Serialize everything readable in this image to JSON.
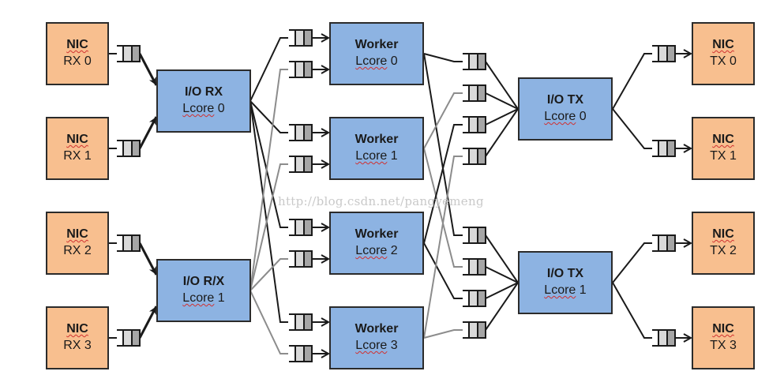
{
  "colors": {
    "nic_fill": "#f8bf8f",
    "core_fill": "#8db3e2",
    "line_black": "#1a1a1a",
    "line_gray": "#8c8c8c",
    "queue_light": "#d9d9d9",
    "queue_dark": "#a6a6a6"
  },
  "nic_rx": [
    {
      "title": "NIC",
      "label": "RX 0"
    },
    {
      "title": "NIC",
      "label": "RX 1"
    },
    {
      "title": "NIC",
      "label": "RX 2"
    },
    {
      "title": "NIC",
      "label": "RX 3"
    }
  ],
  "io_rx": [
    {
      "title": "I/O RX",
      "lcore_word": "Lcore",
      "lcore_num": "0"
    },
    {
      "title": "I/O R/X",
      "lcore_word": "Lcore",
      "lcore_num": "1"
    }
  ],
  "workers": [
    {
      "title": "Worker",
      "lcore_word": "Lcore",
      "lcore_num": "0"
    },
    {
      "title": "Worker",
      "lcore_word": "Lcore",
      "lcore_num": "1"
    },
    {
      "title": "Worker",
      "lcore_word": "Lcore",
      "lcore_num": "2"
    },
    {
      "title": "Worker",
      "lcore_word": "Lcore",
      "lcore_num": "3"
    }
  ],
  "io_tx": [
    {
      "title": "I/O TX",
      "lcore_word": "Lcore",
      "lcore_num": "0"
    },
    {
      "title": "I/O TX",
      "lcore_word": "Lcore",
      "lcore_num": "1"
    }
  ],
  "nic_tx": [
    {
      "title": "NIC",
      "label": "TX 0"
    },
    {
      "title": "NIC",
      "label": "TX 1"
    },
    {
      "title": "NIC",
      "label": "TX 2"
    },
    {
      "title": "NIC",
      "label": "TX 3"
    }
  ],
  "connections": {
    "rx_to_io": [
      [
        0,
        0
      ],
      [
        1,
        0
      ],
      [
        2,
        1
      ],
      [
        3,
        1
      ]
    ],
    "io_to_worker": [
      {
        "io": 0,
        "style": "black",
        "targets": [
          0,
          1,
          2,
          3
        ],
        "queue_slot": 0
      },
      {
        "io": 1,
        "style": "gray",
        "targets": [
          0,
          1,
          2,
          3
        ],
        "queue_slot": 1
      }
    ],
    "worker_to_iotx": [
      {
        "worker": 0,
        "style": "black",
        "slot": 0
      },
      {
        "worker": 1,
        "style": "gray",
        "slot": 1
      },
      {
        "worker": 2,
        "style": "black",
        "slot": 2
      },
      {
        "worker": 3,
        "style": "gray",
        "slot": 3
      }
    ],
    "iotx_to_nic": [
      [
        0,
        0
      ],
      [
        0,
        1
      ],
      [
        1,
        2
      ],
      [
        1,
        3
      ]
    ]
  },
  "watermark": "http://blog.csdn.net/pangyemeng"
}
